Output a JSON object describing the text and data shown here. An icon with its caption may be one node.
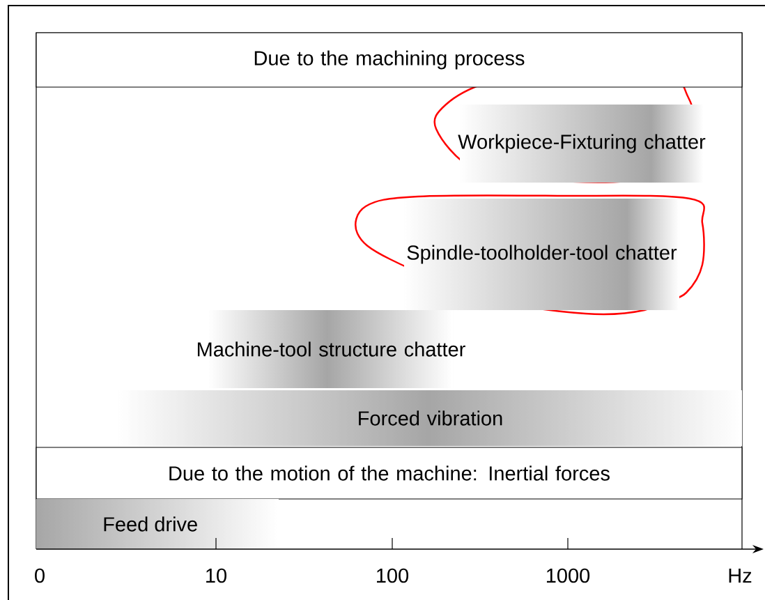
{
  "diagram": {
    "nodes": [
      {
        "text": [
          "Due to the machining process"
        ]
      },
      {
        "text": [
          "Workpiece-Fixturing chatter"
        ]
      },
      {
        "text": [
          "Spindle-toolholder-tool chatter"
        ]
      },
      {
        "text": [
          "Machine-tool structure chatter"
        ]
      },
      {
        "text": [
          "Forced vibration"
        ]
      },
      {
        "text": [
          "Due to the motion of the machine: Inertial forces"
        ]
      },
      {
        "text": [
          "Feed drive"
        ]
      }
    ],
    "labels": [
      "0",
      "10",
      "100",
      "1000",
      "Hz"
    ]
  }
}
